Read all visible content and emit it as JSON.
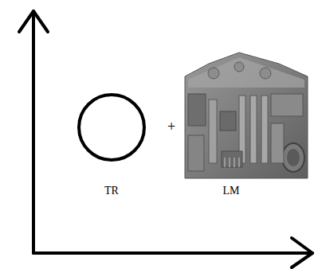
{
  "diagram": {
    "nodes": [
      {
        "text": [
          "TR"
        ]
      }
    ],
    "labels": [
      "+",
      "LM"
    ]
  }
}
